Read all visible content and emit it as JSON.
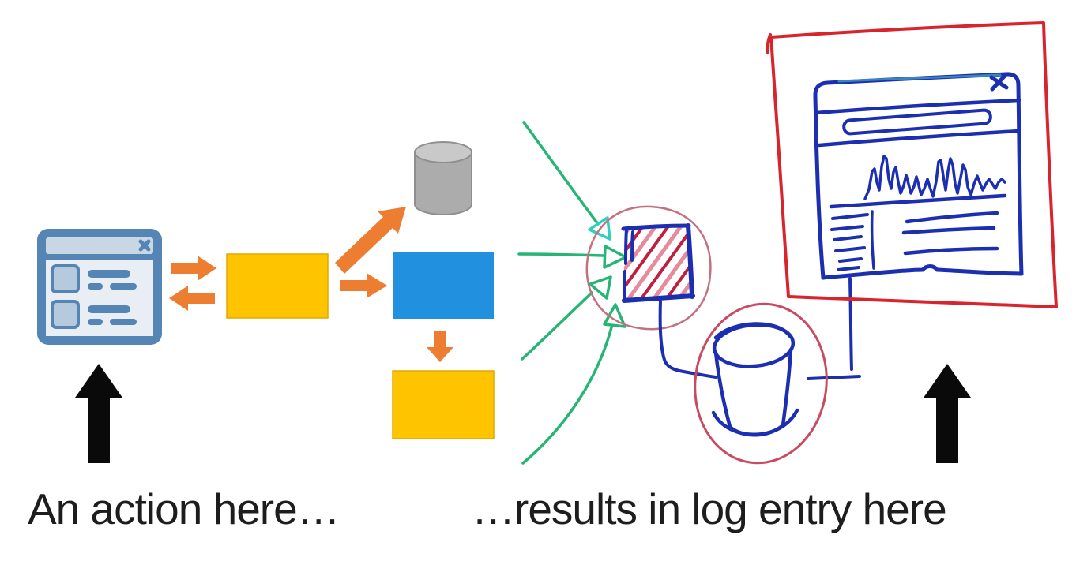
{
  "captions": {
    "left": "An action here…",
    "right": "…results in log entry here"
  },
  "colors": {
    "background": "#FFFFFF",
    "text": "#1D1D1D",
    "orange_arrow": "#ED7D31",
    "gold_box": "#FFC400",
    "gold_edge": "#E3A600",
    "blue_box": "#2191DF",
    "black_arrow": "#0A0A0A",
    "steel_blue": "#5585B5",
    "icon_title_fill": "#C9D7E5",
    "icon_content_fill": "#E9EEF4",
    "icon_square_fill": "#B5CADD",
    "gray_cylinder": "#ACACAC",
    "gray_cylinder_top": "#C9C9C9",
    "gray_cylinder_edge": "#8F8F8F",
    "green_arrow": "#26B576",
    "teal_arrowhead": "#2FD0BE",
    "sketch_blue": "#1C2FB0",
    "sketch_teal": "#3E9BC0",
    "sketch_red": "#D7242D",
    "sketch_pink": "#C4717F",
    "sketch_rose": "#C84A63",
    "hatch_crimson": "#BE2040",
    "hatch_pink": "#E58B9B"
  },
  "icons": [
    {
      "name": "browser-window-icon",
      "shape": "flat steel-blue window with title bar, close-x, two form rows"
    },
    {
      "name": "database-cylinder-icon",
      "shape": "gray cylinder"
    },
    {
      "name": "block-arrow",
      "shape": "solid orange block arrow"
    },
    {
      "name": "up-arrow",
      "shape": "solid black upward arrow"
    },
    {
      "name": "sketch-green-arrow",
      "shape": "hand-drawn green arrow with hollow head"
    },
    {
      "name": "sketch-collector-square-icon",
      "shape": "hand-drawn blue square with red diagonal hatching inside pink circle"
    },
    {
      "name": "sketch-database-icon",
      "shape": "hand-drawn blue cylinder inside pink oval"
    },
    {
      "name": "sketch-log-window-icon",
      "shape": "hand-drawn blue browser window with line chart and log text lines, red outer frame"
    }
  ]
}
